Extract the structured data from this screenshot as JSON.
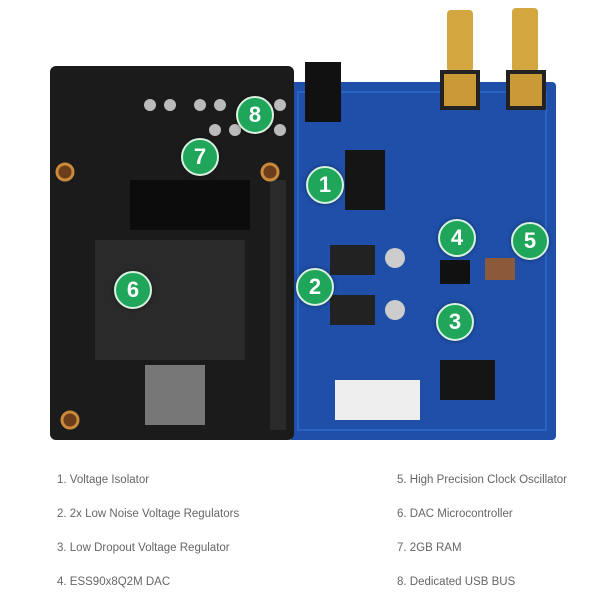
{
  "markers": [
    "1",
    "2",
    "3",
    "4",
    "5",
    "6",
    "7",
    "8"
  ],
  "legend": [
    "1. Voltage Isolator",
    "2. 2x Low Noise Voltage Regulators",
    "3. Low Dropout Voltage Regulator",
    "4. ESS90x8Q2M DAC",
    "5. High Precision Clock Oscillator",
    "6. DAC Microcontroller",
    "7. 2GB RAM",
    "8. Dedicated USB BUS"
  ],
  "colors": {
    "marker": "#1fa65a",
    "blue_board": "#1f4fa8",
    "black_board": "#1b1b1b",
    "gold": "#d4a640"
  }
}
